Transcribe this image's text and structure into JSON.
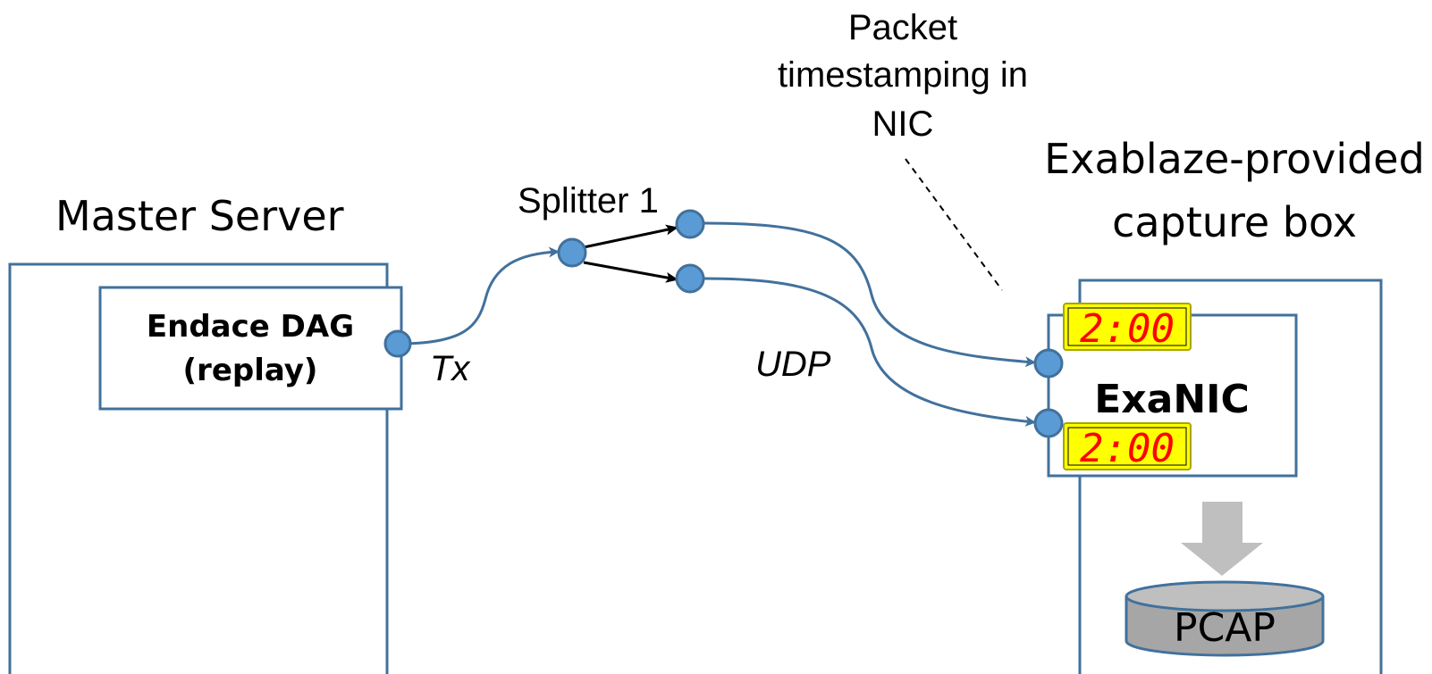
{
  "master_server": {
    "title": "Master Server",
    "card_line1": "Endace DAG",
    "card_line2": "(replay)"
  },
  "tx_label": "Tx",
  "splitter_label": "Splitter 1",
  "udp_label": "UDP",
  "annotation": {
    "line1": "Packet",
    "line2": "timestamping in",
    "line3": "NIC"
  },
  "capture_box": {
    "title_line1": "Exablaze-provided",
    "title_line2": "capture box",
    "nic_label": "ExaNIC",
    "storage_label": "PCAP"
  },
  "clocks": {
    "top": "2:00",
    "bottom": "2:00"
  },
  "colors": {
    "box_stroke": "#41719c",
    "port_fill": "#5b9bd5",
    "clock_bg": "#ffff00",
    "clock_digits": "#ff0000",
    "storage_fill": "#a6a6a6",
    "down_arrow": "#bfbfbf"
  }
}
